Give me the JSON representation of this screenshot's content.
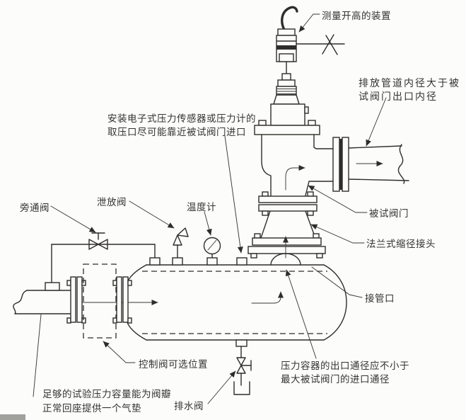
{
  "diagram": {
    "labels": {
      "measure_device": "测量开高的装置",
      "discharge_line1": "排放管道内径大于被",
      "discharge_line2": "试阀门出口内径",
      "sensor_line1": "安装电子式压力传感器或压力计的",
      "sensor_line2": "取压口尽可能靠近被试阀门进口",
      "bypass_valve": "旁通阀",
      "relief_valve": "泄放阀",
      "thermometer": "温度计",
      "test_valve": "被试阀门",
      "flanged_reducer": "法兰式缩径接头",
      "nozzle": "接管口",
      "control_valve": "控制阀可选位置",
      "capacity_line1": "足够的试验压力容量能为阀瓣",
      "capacity_line2": "正常回座提供一个气垫",
      "drain_valve": "排水阀",
      "outlet_line1": "压力容器的出口通径应不小于",
      "outlet_line2": "最大被试阀门的进口通径"
    },
    "colors": {
      "line": "#2e2d2a",
      "background": "#fcfcfa",
      "text": "#33332f"
    }
  }
}
